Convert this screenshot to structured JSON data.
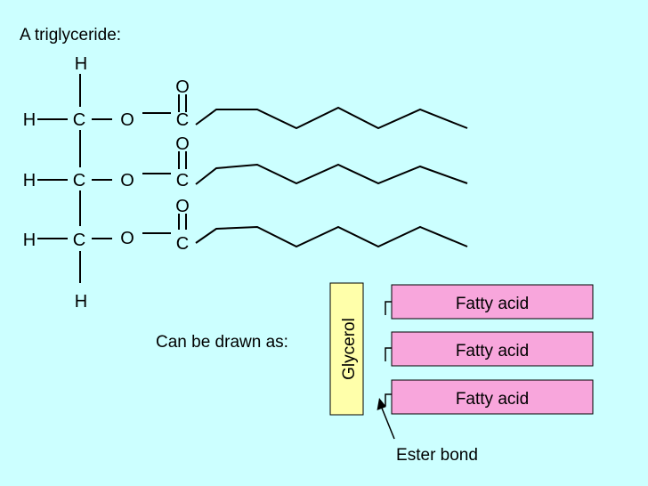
{
  "title": "A triglyceride:",
  "atoms": {
    "hydrogen": "H",
    "carbon": "C",
    "oxygen": "O"
  },
  "simplified": {
    "caption": "Can be drawn as:",
    "glycerol_label": "Glycerol",
    "fatty_acids": [
      "Fatty acid",
      "Fatty acid",
      "Fatty acid"
    ],
    "ester_bond_label": "Ester bond"
  },
  "colors": {
    "background": "#ccffff",
    "glycerol_fill": "#ffffaa",
    "fatty_acid_fill": "#f8a6dc",
    "line": "#000000"
  }
}
